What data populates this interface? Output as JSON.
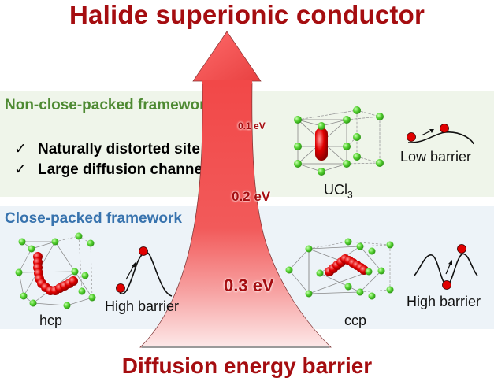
{
  "title": "Halide superionic conductor",
  "axis_label": "Diffusion energy barrier",
  "energy_levels": [
    {
      "label": "0.1 eV"
    },
    {
      "label": "0.2 eV"
    },
    {
      "label": "0.3 eV"
    }
  ],
  "non_close_packed": {
    "heading": "Non-close-packed framework",
    "check_symbol": "✓",
    "bullets": [
      "Naturally distorted site",
      "Large diffusion channel"
    ],
    "structure_label": "UCl",
    "structure_subscript": "3",
    "barrier_label": "Low barrier"
  },
  "close_packed": {
    "heading": "Close-packed framework",
    "hcp": {
      "structure_label": "hcp",
      "barrier_label": "High barrier"
    },
    "ccp": {
      "structure_label": "ccp",
      "barrier_label": "High barrier"
    }
  },
  "colors": {
    "title": "#a50d10",
    "green_heading": "#4e8a33",
    "blue_heading": "#3873ae",
    "arrow": "#f04a4a",
    "anion": "#4fcf2f",
    "cation": "#e00000"
  }
}
